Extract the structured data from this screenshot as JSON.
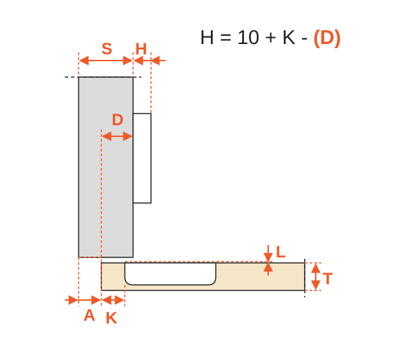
{
  "formula": {
    "base": "H = 10 + K - ",
    "highlight": "(D)"
  },
  "labels": {
    "S": "S",
    "H": "H",
    "D": "D",
    "L": "L",
    "T": "T",
    "A": "A",
    "K": "K"
  },
  "colors": {
    "accent": "#f05a28",
    "door": "#dcdcdc",
    "panel": "#f5e6c8",
    "outline": "#222222"
  }
}
